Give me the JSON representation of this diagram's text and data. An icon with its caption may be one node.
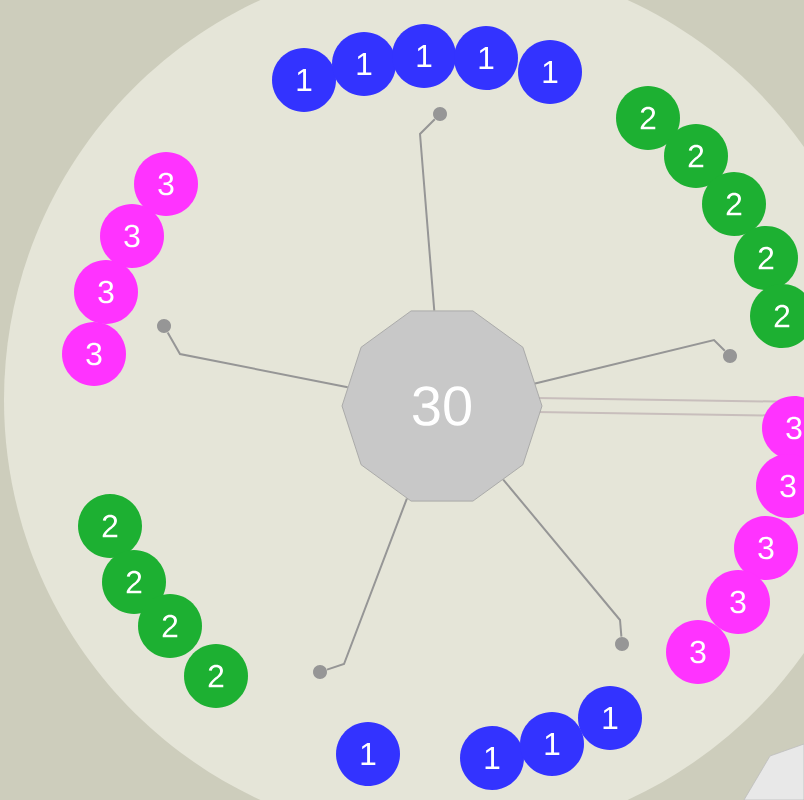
{
  "diagram": {
    "nodes": [
      {
        "text": [
          "30"
        ]
      },
      {
        "text": [
          "1"
        ]
      },
      {
        "text": [
          "1"
        ]
      },
      {
        "text": [
          "1"
        ]
      },
      {
        "text": [
          "1"
        ]
      },
      {
        "text": [
          "1"
        ]
      },
      {
        "text": [
          "2"
        ]
      },
      {
        "text": [
          "2"
        ]
      },
      {
        "text": [
          "2"
        ]
      },
      {
        "text": [
          "2"
        ]
      },
      {
        "text": [
          "2"
        ]
      },
      {
        "text": [
          "3"
        ]
      },
      {
        "text": [
          "3"
        ]
      },
      {
        "text": [
          "3"
        ]
      },
      {
        "text": [
          "3"
        ]
      },
      {
        "text": [
          "3"
        ]
      },
      {
        "text": [
          "3"
        ]
      },
      {
        "text": [
          "3"
        ]
      },
      {
        "text": [
          "3"
        ]
      },
      {
        "text": [
          "3"
        ]
      },
      {
        "text": [
          "2"
        ]
      },
      {
        "text": [
          "2"
        ]
      },
      {
        "text": [
          "2"
        ]
      },
      {
        "text": [
          "2"
        ]
      },
      {
        "text": [
          "1"
        ]
      },
      {
        "text": [
          "1"
        ]
      },
      {
        "text": [
          "1"
        ]
      },
      {
        "text": [
          "1"
        ]
      },
      {
        "text": [],
        "shape": "circle"
      },
      {
        "text": [],
        "shape": "circle"
      },
      {
        "text": [],
        "shape": "circle"
      },
      {
        "text": [],
        "shape": "circle"
      },
      {
        "text": [],
        "shape": "circle"
      }
    ],
    "edges": [
      {
        "from": 0,
        "to": 28,
        "arrow": "none"
      },
      {
        "from": 0,
        "to": 29,
        "arrow": "none"
      },
      {
        "from": 0,
        "to": 30,
        "arrow": "none"
      },
      {
        "from": 0,
        "to": 31,
        "arrow": "none"
      },
      {
        "from": 0,
        "to": 32,
        "arrow": "none"
      }
    ]
  }
}
